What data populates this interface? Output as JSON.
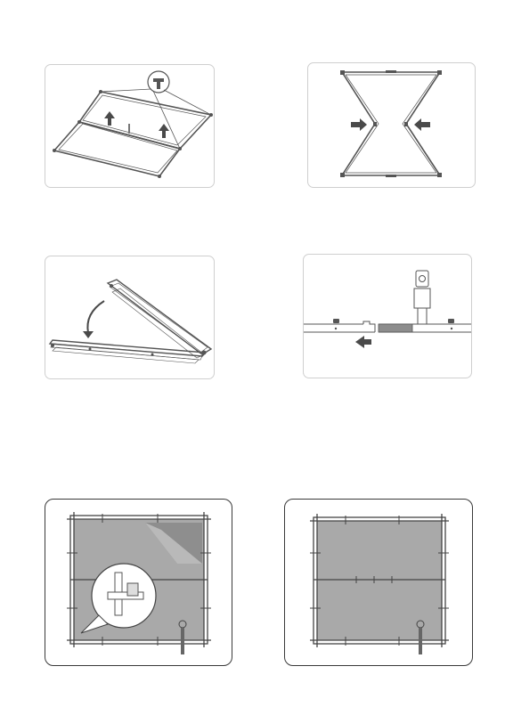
{
  "document": {
    "panels": [
      {
        "id": "step-unfold-frame",
        "icons": [
          "arrow-up-icon",
          "arrow-up-icon",
          "t-connector-callout-icon"
        ]
      },
      {
        "id": "step-fold-inward",
        "icons": [
          "arrow-right-icon",
          "arrow-left-icon"
        ]
      },
      {
        "id": "step-fold-closed",
        "icons": [
          "curved-arrow-icon"
        ]
      },
      {
        "id": "step-slide-connector",
        "icons": [
          "arrow-left-icon",
          "knob-icon"
        ]
      },
      {
        "id": "step-attach-diffuser",
        "icons": [
          "magnifier-callout-icon",
          "mount-knob-icon"
        ]
      },
      {
        "id": "step-attached-frame",
        "icons": [
          "mount-knob-icon"
        ]
      }
    ],
    "colors": {
      "panel_border": "#cfcfcf",
      "panel_border_dark": "#3a3a3a",
      "line_art": "#555555",
      "arrow_fill": "#4a4a4a",
      "fabric_fill": "#a9a9a9",
      "fabric_peel_fill": "#8e8e8e"
    }
  }
}
